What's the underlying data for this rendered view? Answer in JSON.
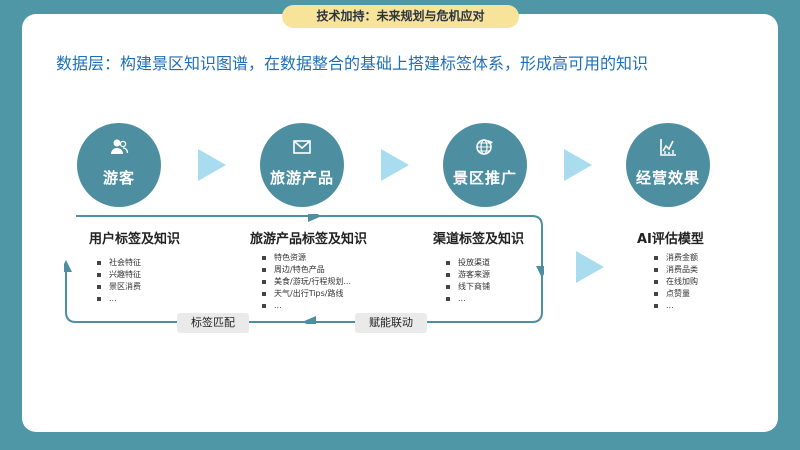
{
  "header": {
    "title": "技术加持：未来规划与危机应对"
  },
  "headline": "数据层：构建景区知识图谱，在数据整合的基础上搭建标签体系，形成高可用的知识",
  "stages": [
    {
      "label": "游客",
      "icon": "user-group-icon"
    },
    {
      "label": "旅游产品",
      "icon": "mail-icon"
    },
    {
      "label": "景区推广",
      "icon": "globe-icon"
    },
    {
      "label": "经营效果",
      "icon": "chart-icon"
    }
  ],
  "columns": [
    {
      "title": "用户标签及知识",
      "items": [
        "社会特征",
        "兴趣特征",
        "景区消费",
        "..."
      ]
    },
    {
      "title": "旅游产品标签及知识",
      "items": [
        "特色资源",
        "周边/特色产品",
        "美食/游玩/行程规划...",
        "天气/出行Tips/路线",
        "..."
      ]
    },
    {
      "title": "渠道标签及知识",
      "items": [
        "投放渠道",
        "游客来源",
        "线下商铺",
        "..."
      ]
    },
    {
      "title": "AI评估模型",
      "items": [
        "消费金额",
        "消费品类",
        "在线加购",
        "点赞量",
        "..."
      ]
    }
  ],
  "loop_labels": {
    "left": "标签匹配",
    "right": "赋能联动"
  },
  "colors": {
    "background": "#4f96a6",
    "circle": "#4d8fa0",
    "arrow": "#a9dcef",
    "headline": "#1f6fb8",
    "pill": "#f7e39a"
  }
}
